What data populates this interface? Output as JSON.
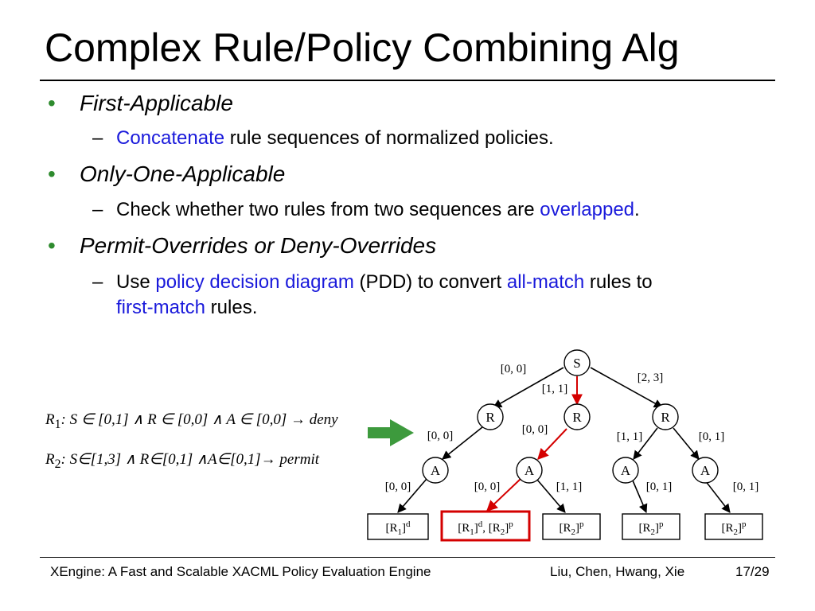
{
  "title": "Complex Rule/Policy Combining Alg",
  "bullets": [
    {
      "text": "First-Applicable",
      "sub": {
        "parts": [
          {
            "t": "Concatenate",
            "blue": true
          },
          {
            "t": " rule sequences of normalized policies.",
            "blue": false
          }
        ]
      }
    },
    {
      "text": "Only-One-Applicable",
      "sub": {
        "parts": [
          {
            "t": "Check whether two rules from two sequences are ",
            "blue": false
          },
          {
            "t": "overlapped",
            "blue": true
          },
          {
            "t": ".",
            "blue": false
          }
        ]
      }
    },
    {
      "text": "Permit-Overrides or Deny-Overrides",
      "sub": {
        "parts": [
          {
            "t": "Use ",
            "blue": false
          },
          {
            "t": "policy decision diagram",
            "blue": true
          },
          {
            "t": " (PDD) to convert ",
            "blue": false
          },
          {
            "t": "all-match",
            "blue": true
          },
          {
            "t": " rules to",
            "blue": false
          }
        ],
        "cont": [
          {
            "t": "first-match",
            "blue": true
          },
          {
            "t": " rules.",
            "blue": false
          }
        ]
      }
    }
  ],
  "bullet_char": "•",
  "dash_char": "–",
  "formulas": {
    "r1": {
      "name": "R",
      "sub": "1",
      "body": ": S ∈ [0,1] ∧ R ∈ [0,0] ∧ A ∈ [0,0] → deny"
    },
    "r2": {
      "name": "R",
      "sub": "2",
      "body": ": S∈[1,3]  ∧ R∈[0,1]   ∧A∈[0,1]→ permit"
    }
  },
  "diagram": {
    "nodes": {
      "root": "S",
      "level1": [
        "R",
        "R",
        "R"
      ],
      "level2": [
        "A",
        "A",
        "A",
        "A"
      ]
    },
    "edge_labels": {
      "root": [
        "[0, 0]",
        "[1, 1]",
        "[2, 3]"
      ],
      "level1": [
        "[0, 0]",
        "[0, 0]",
        "[1, 1]",
        "[0, 1]"
      ],
      "level2": [
        "[0, 0]",
        "[0, 0]",
        "[1, 1]",
        "[0, 1]",
        "[0, 1]"
      ]
    },
    "leaves": [
      [
        {
          "t": "[R"
        },
        {
          "t": "1",
          "s": "sub"
        },
        {
          "t": "]"
        },
        {
          "t": "d",
          "s": "sup"
        }
      ],
      [
        {
          "t": "[R"
        },
        {
          "t": "1",
          "s": "sub"
        },
        {
          "t": "]"
        },
        {
          "t": "d",
          "s": "sup"
        },
        {
          "t": ", [R"
        },
        {
          "t": "2",
          "s": "sub"
        },
        {
          "t": "]"
        },
        {
          "t": "p",
          "s": "sup"
        }
      ],
      [
        {
          "t": "[R"
        },
        {
          "t": "2",
          "s": "sub"
        },
        {
          "t": "]"
        },
        {
          "t": "p",
          "s": "sup"
        }
      ],
      [
        {
          "t": "[R"
        },
        {
          "t": "2",
          "s": "sub"
        },
        {
          "t": "]"
        },
        {
          "t": "p",
          "s": "sup"
        }
      ],
      [
        {
          "t": "[R"
        },
        {
          "t": "2",
          "s": "sub"
        },
        {
          "t": "]"
        },
        {
          "t": "p",
          "s": "sup"
        }
      ]
    ],
    "highlight_path": "S → middle R → second A → second leaf",
    "colors": {
      "highlight": "#d40000",
      "arrow": "#3d9a3d",
      "bullet": "#2e8b2e",
      "blue_text": "#1a1adb"
    }
  },
  "footer": {
    "left": "XEngine: A Fast and Scalable XACML Policy Evaluation Engine",
    "authors": "Liu, Chen, Hwang, Xie",
    "page": "17/29"
  }
}
